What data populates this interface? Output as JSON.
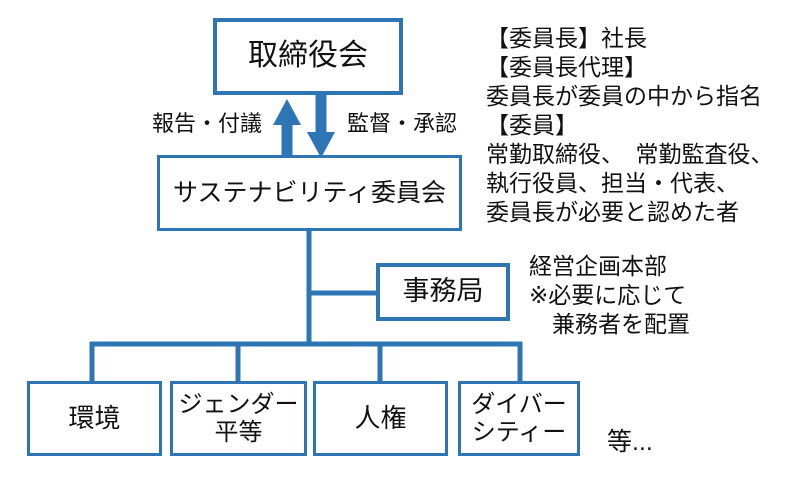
{
  "boxes": {
    "board": "取締役会",
    "committee": "サステナビリティ委員会",
    "secretariat": "事務局",
    "env": "環境",
    "gender": "ジェンダー\n平等",
    "human_rights": "人権",
    "diversity": "ダイバー\nシティー"
  },
  "arrows": {
    "up_label": "報告・付議",
    "down_label": "監督・承認"
  },
  "notes": {
    "committee_note": "【委員長】社長\n【委員長代理】\n委員長が委員の中から指名\n【委員】\n常勤取締役、　常勤監査役、\n執行役員、担当・代表、\n委員長が必要と認めた者",
    "secretariat_note": "経営企画本部\n※必要に応じて\n　兼務者を配置",
    "etc_label": "等..."
  },
  "colors": {
    "line": "#2E75B6",
    "text": "#111111",
    "background": "#FFFFFF"
  }
}
